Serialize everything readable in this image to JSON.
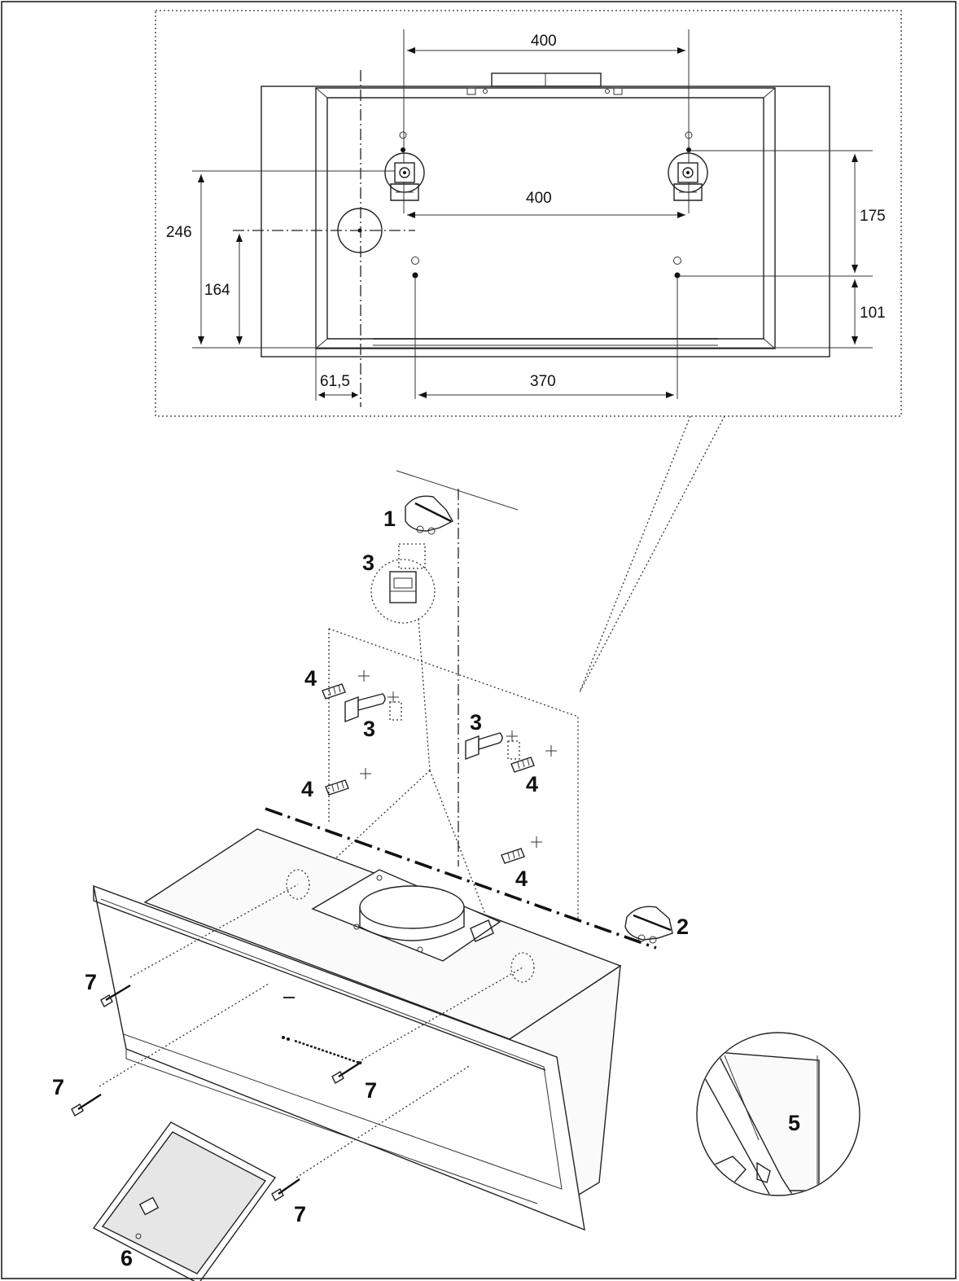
{
  "detail_dimensions": {
    "top_spacing": "400",
    "bracket_spacing": "400",
    "lower_hole_spacing": "370",
    "left_total_height": "246",
    "left_center_height": "164",
    "left_offset": "61,5",
    "right_upper_height": "175",
    "right_lower_height": "101"
  },
  "callouts": {
    "ceiling_anchor": "1",
    "top_bracket": "3",
    "left_bracket": "3",
    "right_bracket": "3",
    "left_upper_plug": "4",
    "left_lower_plug": "4",
    "right_upper_plug": "4",
    "right_lower_plug": "4",
    "wall_anchor": "2",
    "detail_clip": "5",
    "filter": "6",
    "screw_top_left": "7",
    "screw_bottom_left": "7",
    "screw_middle": "7",
    "screw_bottom": "7"
  },
  "colors": {
    "line": "#222222",
    "filter_fill": "#e6e6e6",
    "background": "#ffffff"
  }
}
